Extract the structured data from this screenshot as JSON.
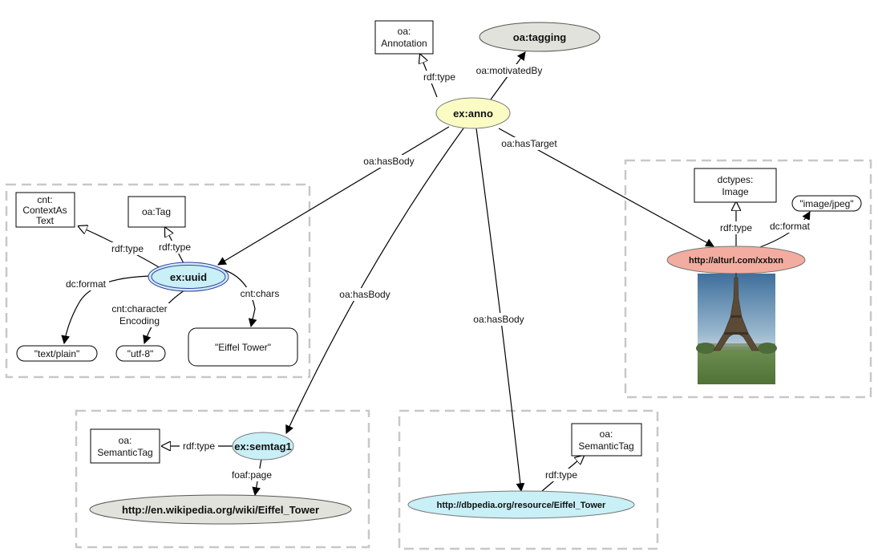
{
  "nodes": {
    "annotation_class": [
      "oa:",
      "Annotation"
    ],
    "tagging": "oa:tagging",
    "anno": "ex:anno",
    "uuid": "ex:uuid",
    "contextastext_class": [
      "cnt:",
      "ContextAs",
      "Text"
    ],
    "tag_class": "oa:Tag",
    "text_plain": "\"text/plain\"",
    "utf8": "\"utf-8\"",
    "eiffel_tower_literal": "\"Eiffel Tower\"",
    "image_class": [
      "dctypes:",
      "Image"
    ],
    "image_jpeg": "\"image/jpeg\"",
    "target_url": "http://alturl.com/xxbxn",
    "semantictag_class_left": [
      "oa:",
      "SemanticTag"
    ],
    "semtag1": "ex:semtag1",
    "wikipedia_url": "http://en.wikipedia.org/wiki/Eiffel_Tower",
    "semantictag_class_right": [
      "oa:",
      "SemanticTag"
    ],
    "dbpedia_url": "http://dbpedia.org/resource/Eiffel_Tower"
  },
  "edges": {
    "anno_type": "rdf:type",
    "anno_motivated": "oa:motivatedBy",
    "anno_target": "oa:hasTarget",
    "anno_body_uuid": "oa:hasBody",
    "anno_body_semtag": "oa:hasBody",
    "anno_body_dbpedia": "oa:hasBody",
    "uuid_type_context": "rdf:type",
    "uuid_type_tag": "rdf:type",
    "uuid_format": "dc:format",
    "uuid_encoding": [
      "cnt:character",
      "Encoding"
    ],
    "uuid_chars": "cnt:chars",
    "target_type": "rdf:type",
    "target_format": "dc:format",
    "semtag_type": "rdf:type",
    "semtag_page": "foaf:page",
    "dbpedia_type": "rdf:type"
  },
  "colors": {
    "anno_fill": "#fbfcc4",
    "tagging_fill": "#e2e2dc",
    "uuid_fill": "#c9eff7",
    "uuid_ring": "#3a3aa0",
    "semtag_fill": "#c9eff7",
    "dbpedia_fill": "#c9eff7",
    "wikipedia_fill": "#e2e2dc",
    "target_fill": "#f3aca0",
    "group_border": "#c8c8c8"
  },
  "icons": {
    "eiffel_photo": "eiffel-tower-photo"
  }
}
